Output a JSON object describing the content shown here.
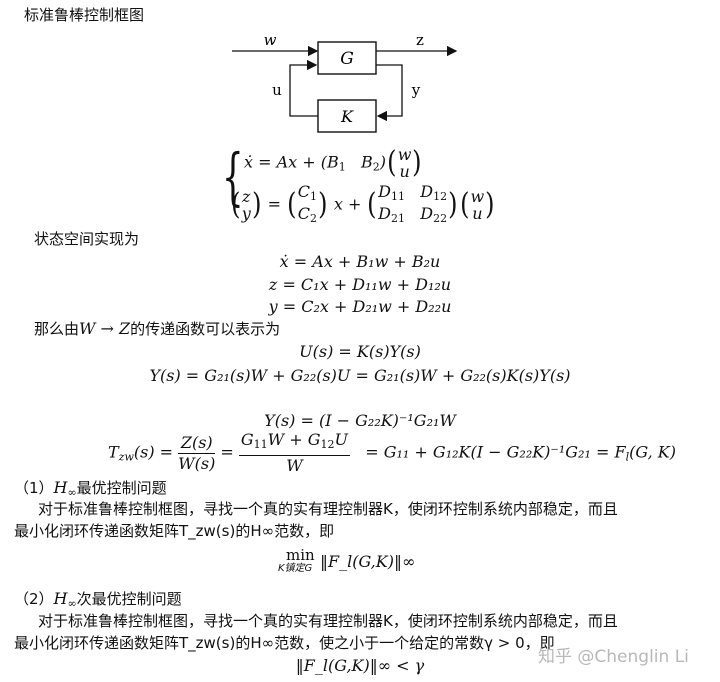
{
  "title": "标准鲁棒控制框图",
  "diagram": {
    "block_g": "G",
    "block_k": "K",
    "signal_w": "w",
    "signal_z": "z",
    "signal_u": "u",
    "signal_y": "y"
  },
  "system_eq": {
    "row1_lhs": "ẋ = Ax + (B",
    "row2_lhs_left": "z",
    "row2_lhs_right": "y",
    "C1": "C",
    "C2": "C",
    "D11": "D",
    "D12": "D",
    "D21": "D",
    "D22": "D",
    "w": "w",
    "u": "u"
  },
  "state_space": {
    "label": "状态空间实现为",
    "eq1": "ẋ = Ax + B₁w + B₂u",
    "eq2": "z = C₁x + D₁₁w + D₁₂u",
    "eq3": "y = C₂x + D₂₁w + D₂₂u"
  },
  "transfer": {
    "label_pre": "那么由",
    "label_mid": "W → Z",
    "label_post": "的传递函数可以表示为",
    "eq_u": "U(s) = K(s)Y(s)",
    "eq_y": "Y(s) = G₂₁(s)W + G₂₂(s)U = G₂₁(s)W + G₂₂(s)K(s)Y(s)",
    "eq_y2": "Y(s) = (I − G₂₂K)⁻¹G₂₁W",
    "tzw_lhs": "T",
    "tzw_rhs": "= G₁₁ + G₁₂K(I − G₂₂K)⁻¹G₂₁ = F",
    "tzw_rhs_end": "(G, K)"
  },
  "problem1": {
    "heading_pre": "（1）",
    "heading_post": "最优控制问题",
    "line1": "对于标准鲁棒控制框图，寻找一个真的实有理控制器K，使闭环控制系统内部稳定，而且",
    "line2": "最小化闭环传递函数矩阵T_zw(s)的H∞范数，即",
    "min_label": "min",
    "min_sub": "K镇定G",
    "norm": "‖F_l(G,K)‖∞"
  },
  "problem2": {
    "heading_pre": "（2）",
    "heading_post": "次最优控制问题",
    "line1": "对于标准鲁棒控制框图，寻找一个真的实有理控制器K，使闭环控制系统内部稳定，而且",
    "line2": "最小化闭环传递函数矩阵T_zw(s)的H∞范数，使之小于一个给定的常数γ > 0，即",
    "norm": "‖F_l(G,K)‖∞ < γ"
  },
  "watermark": "知乎 @Chenglin Li"
}
